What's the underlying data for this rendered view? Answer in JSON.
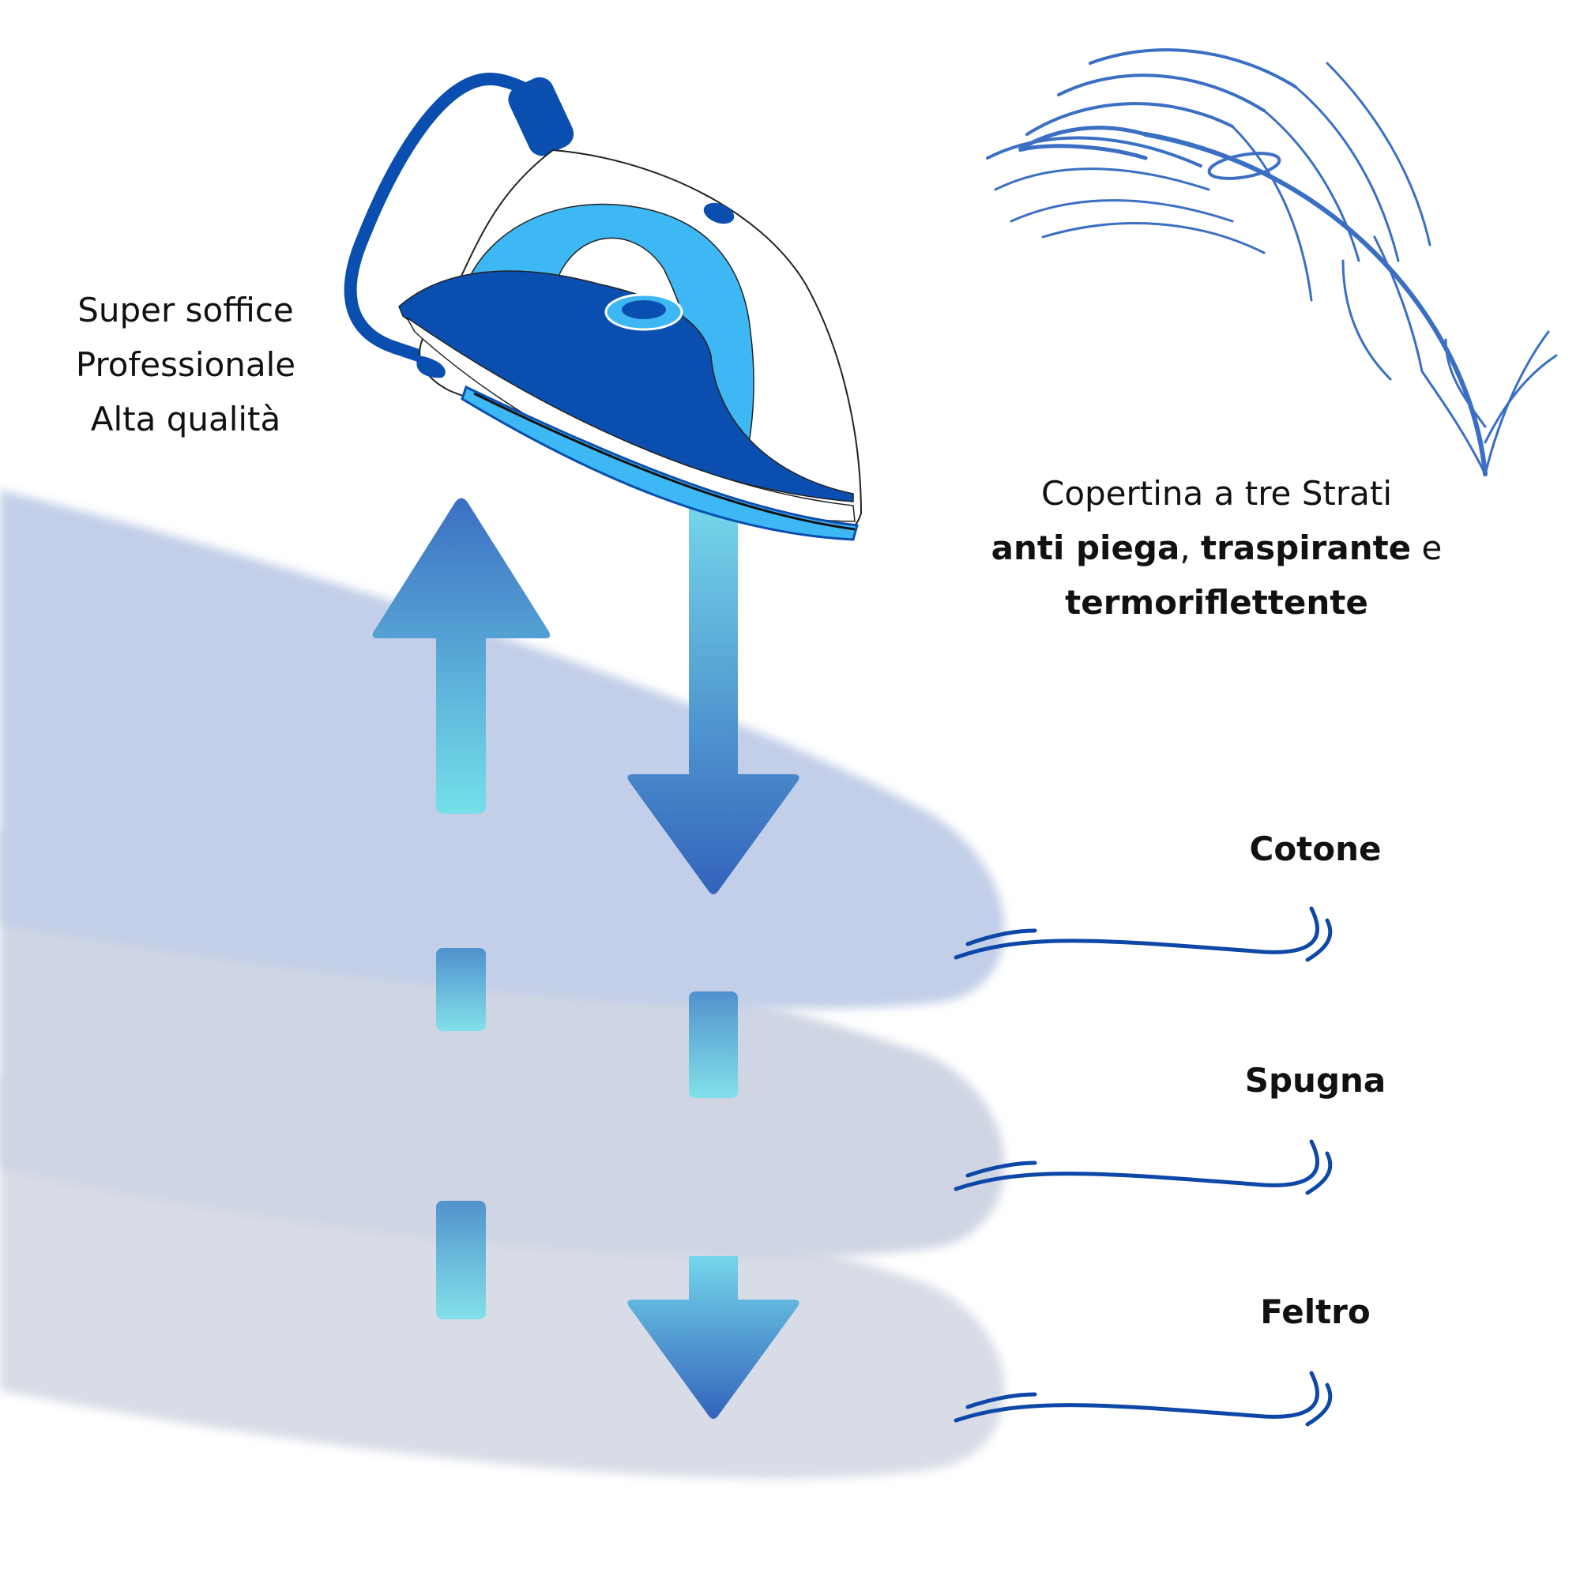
{
  "features": {
    "line1": "Super soffice",
    "line2": "Professionale",
    "line3": "Alta qualità"
  },
  "cover": {
    "line1": "Copertina a tre Strati",
    "bold1": "anti piega",
    "sep1": ", ",
    "bold2": "traspirante",
    "sep2": " e",
    "bold3": "termoriflettente"
  },
  "layers": [
    {
      "label": "Cotone"
    },
    {
      "label": "Spugna"
    },
    {
      "label": "Feltro"
    }
  ],
  "colors": {
    "iron_dark": "#0a4fb0",
    "iron_light": "#3db8f5",
    "feather": "#3a6fc4",
    "arrow_top": "#3b6fc2",
    "arrow_bottom": "#74e0ea",
    "leader": "#0d47a8"
  },
  "icons": [
    "steam-iron-icon",
    "feather-icon",
    "arrow-up-icon",
    "arrow-down-icon"
  ]
}
